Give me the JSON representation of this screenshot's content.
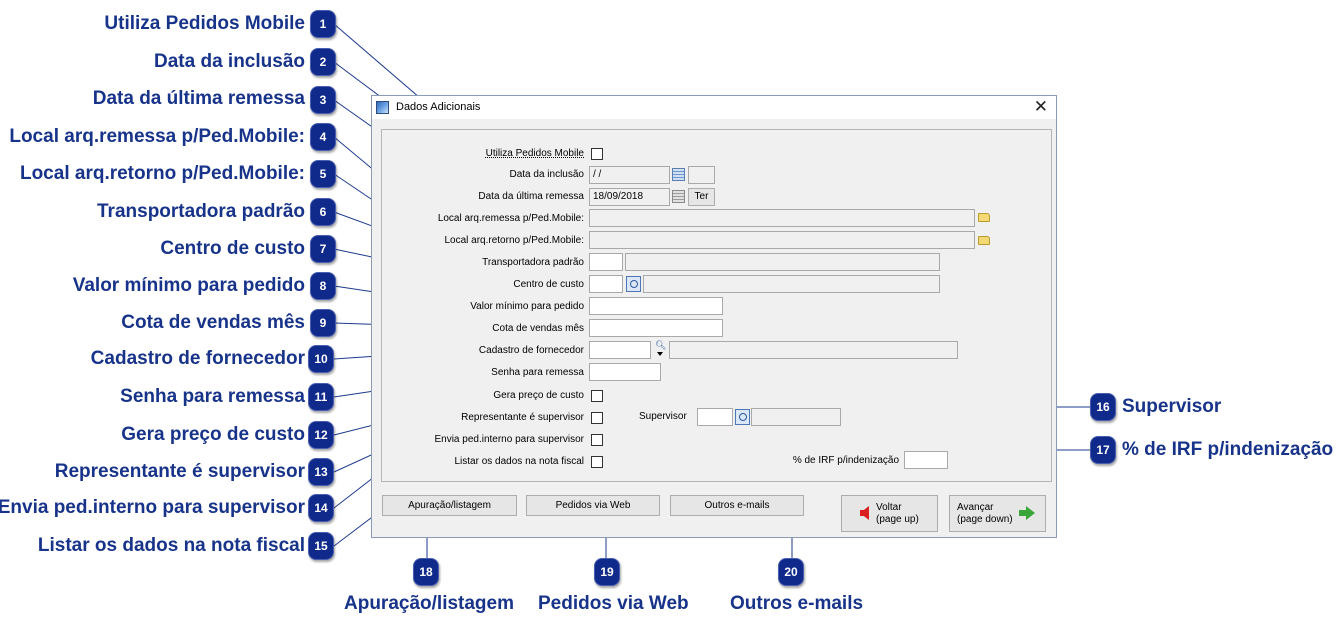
{
  "annotations": [
    {
      "num": "1",
      "label": "Utiliza Pedidos Mobile"
    },
    {
      "num": "2",
      "label": "Data da inclusão"
    },
    {
      "num": "3",
      "label": "Data da última remessa"
    },
    {
      "num": "4",
      "label": "Local arq.remessa p/Ped.Mobile:"
    },
    {
      "num": "5",
      "label": "Local arq.retorno p/Ped.Mobile:"
    },
    {
      "num": "6",
      "label": "Transportadora padrão"
    },
    {
      "num": "7",
      "label": "Centro de custo"
    },
    {
      "num": "8",
      "label": "Valor mínimo para pedido"
    },
    {
      "num": "9",
      "label": "Cota de vendas mês"
    },
    {
      "num": "10",
      "label": "Cadastro de fornecedor"
    },
    {
      "num": "11",
      "label": "Senha para remessa"
    },
    {
      "num": "12",
      "label": "Gera preço de custo"
    },
    {
      "num": "13",
      "label": "Representante é supervisor"
    },
    {
      "num": "14",
      "label": "Envia ped.interno para supervisor"
    },
    {
      "num": "15",
      "label": "Listar os dados na nota fiscal"
    },
    {
      "num": "16",
      "label": "Supervisor"
    },
    {
      "num": "17",
      "label": "% de IRF p/indenização"
    },
    {
      "num": "18",
      "label": "Apuração/listagem"
    },
    {
      "num": "19",
      "label": "Pedidos via Web"
    },
    {
      "num": "20",
      "label": "Outros e-mails"
    }
  ],
  "dialog": {
    "title": "Dados Adicionais",
    "close_glyph": "✕",
    "fields": {
      "utiliza_mobile": "Utiliza Pedidos Mobile",
      "data_inclusao": "Data da inclusão",
      "data_inclusao_value": " /  /",
      "data_ultima": "Data da última remessa",
      "data_ultima_value": "18/09/2018",
      "data_ultima_day": "Ter",
      "local_remessa": "Local arq.remessa p/Ped.Mobile:",
      "local_retorno": "Local arq.retorno p/Ped.Mobile:",
      "transportadora": "Transportadora padrão",
      "centro_custo": "Centro de custo",
      "valor_minimo": "Valor mínimo para pedido",
      "cota_vendas": "Cota de vendas mês",
      "cadastro_fornecedor": "Cadastro de fornecedor",
      "senha_remessa": "Senha para remessa",
      "gera_preco": "Gera preço de custo",
      "representante_supervisor": "Representante é supervisor",
      "envia_ped": "Envia ped.interno para supervisor",
      "listar_dados": "Listar os dados na nota fiscal",
      "supervisor": "Supervisor",
      "irf": "% de IRF p/indenização"
    },
    "buttons": {
      "apuracao": "Apuração/listagem",
      "pedidos_web": "Pedidos via Web",
      "outros_emails": "Outros e-mails",
      "voltar_1": "Voltar",
      "voltar_2": "(page up)",
      "avancar_1": "Avançar",
      "avancar_2": "(page down)"
    }
  },
  "colors": {
    "annotation_text": "#17338a",
    "badge": "#102a8c",
    "window_bg": "#f0f0f0"
  }
}
